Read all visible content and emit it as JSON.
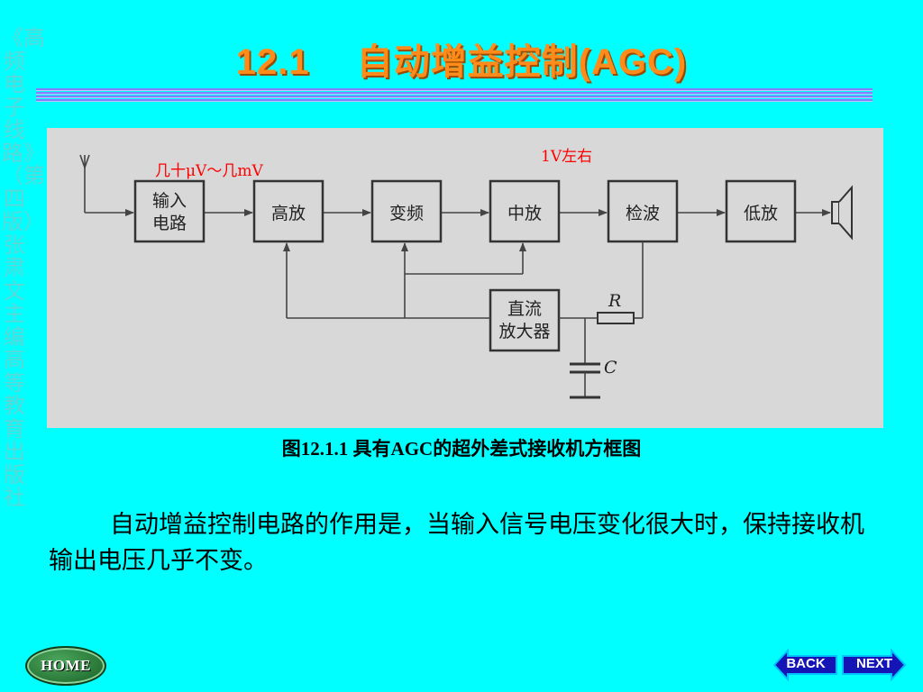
{
  "side_text": "《高频电子线路》（第四版）张肃文主编 高等教育出版社",
  "title": {
    "number": "12.1",
    "text": "自动增益控制(AGC)"
  },
  "diagram": {
    "input_level": "几十μV～几mV",
    "detector_level": "1V左右",
    "blocks": {
      "input_line1": "输入",
      "input_line2": "电路",
      "rf_amp": "高放",
      "mixer": "变频",
      "if_amp": "中放",
      "detector": "检波",
      "af_amp": "低放",
      "dc_line1": "直流",
      "dc_line2": "放大器"
    },
    "resistor": "R",
    "capacitor": "C"
  },
  "caption": "图12.1.1   具有AGC的超外差式接收机方框图",
  "body_text": "自动增益控制电路的作用是，当输入信号电压变化很大时，保持接收机输出电压几乎不变。",
  "nav": {
    "home": "HOME",
    "back": "BACK",
    "next": "NEXT"
  },
  "colors": {
    "background": "#00ffff",
    "title": "#ff8c1a",
    "annotation": "#ff0000",
    "diagram_bg": "#d8d8d8"
  }
}
